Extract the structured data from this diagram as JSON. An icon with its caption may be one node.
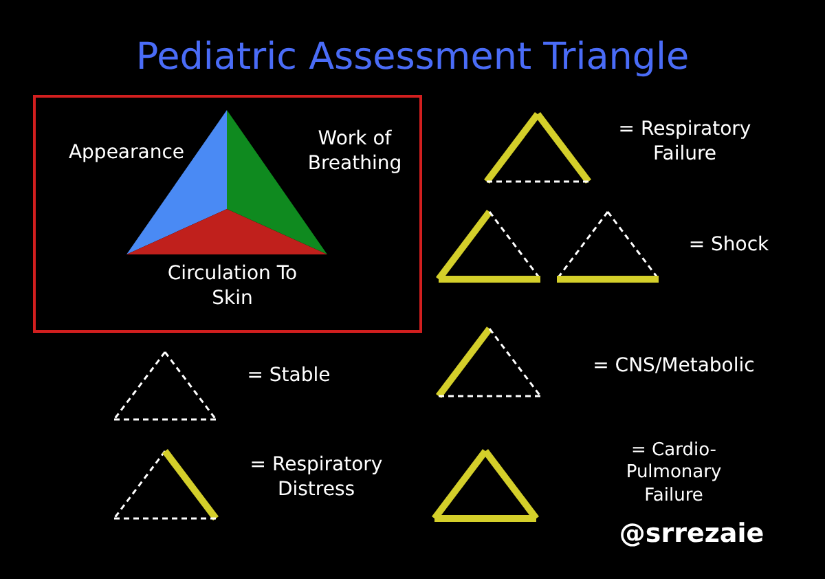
{
  "diagram": {
    "title": "Pediatric Assessment Triangle",
    "nodes": [
      {
        "text": [
          "Appearance",
          "Work of Breathing",
          "Circulation To Skin"
        ]
      }
    ],
    "labels": [
      "= Respiratory Failure",
      "= Shock",
      "= Stable",
      "= CNS/Metabolic",
      "= Respiratory Distress",
      "= Cardio- Pulmonary Failure",
      "@srrezaie"
    ]
  }
}
